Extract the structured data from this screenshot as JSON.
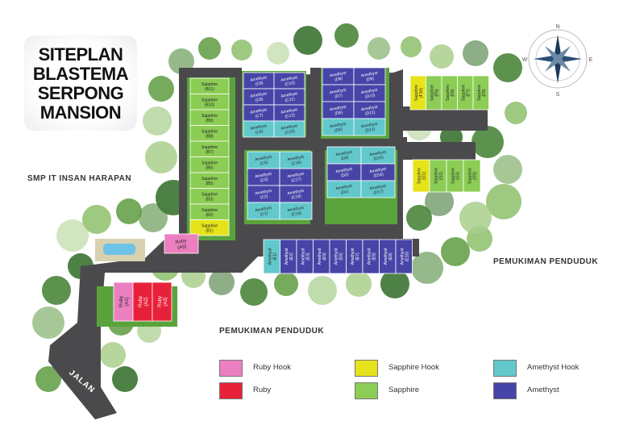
{
  "title": {
    "lines": [
      "SITEPLAN",
      "BLASTEMA",
      "SERPONG",
      "MANSION"
    ]
  },
  "labels": {
    "school": "SMP IT INSAN HARAPAN",
    "settlement_right": "PEMUKIMAN PENDUDUK",
    "settlement_bottom": "PEMUKIMAN PENDUDUK",
    "road": "JALAN"
  },
  "compass": {
    "n": "N",
    "e": "E",
    "s": "S",
    "w": "W"
  },
  "colors": {
    "ruby_hook": "#ec7fc0",
    "ruby": "#e8213a",
    "sapphire_hook": "#e6e31a",
    "sapphire": "#8ccd55",
    "amethyst_hook": "#62c8cc",
    "amethyst": "#4744a8",
    "road": "#4a4a4d",
    "grass": "#5aa33c"
  },
  "legend": [
    {
      "key": "ruby_hook",
      "label": "Ruby Hook"
    },
    {
      "key": "ruby",
      "label": "Ruby"
    },
    {
      "key": "sapphire_hook",
      "label": "Sapphire Hook"
    },
    {
      "key": "sapphire",
      "label": "Sapphire"
    },
    {
      "key": "amethyst_hook",
      "label": "Amethyst Hook"
    },
    {
      "key": "amethyst",
      "label": "Amethyst"
    }
  ],
  "lots": {
    "sapphire_b": [
      {
        "name": "Sapphire",
        "code": "(B11)",
        "type": "sapphire"
      },
      {
        "name": "Sapphire",
        "code": "(B10)",
        "type": "sapphire"
      },
      {
        "name": "Sapphire",
        "code": "(B9)",
        "type": "sapphire"
      },
      {
        "name": "Sapphire",
        "code": "(B8)",
        "type": "sapphire"
      },
      {
        "name": "Sapphire",
        "code": "(B7)",
        "type": "sapphire"
      },
      {
        "name": "Sapphire",
        "code": "(B6)",
        "type": "sapphire"
      },
      {
        "name": "Sapphire",
        "code": "(B5)",
        "type": "sapphire"
      },
      {
        "name": "Sapphire",
        "code": "(B3)",
        "type": "sapphire"
      },
      {
        "name": "Sapphire",
        "code": "(B2)",
        "type": "sapphire"
      },
      {
        "name": "Sapphire",
        "code": "(B1)",
        "type": "sapphire_hook"
      }
    ],
    "amethyst_c_top": [
      {
        "name": "Amethyst",
        "code": "(C9)",
        "type": "amethyst"
      },
      {
        "name": "Amethyst",
        "code": "(C10)",
        "type": "amethyst"
      },
      {
        "name": "Amethyst",
        "code": "(C8)",
        "type": "amethyst"
      },
      {
        "name": "Amethyst",
        "code": "(C11)",
        "type": "amethyst"
      },
      {
        "name": "Amethyst",
        "code": "(C7)",
        "type": "amethyst"
      },
      {
        "name": "Amethyst",
        "code": "(C12)",
        "type": "amethyst"
      },
      {
        "name": "Amethyst",
        "code": "(C6)",
        "type": "amethyst_hook"
      },
      {
        "name": "Amethyst",
        "code": "(C15)",
        "type": "amethyst_hook"
      }
    ],
    "amethyst_c_bottom": [
      {
        "name": "Amethyst",
        "code": "(C5)",
        "type": "amethyst_hook"
      },
      {
        "name": "Amethyst",
        "code": "(C16)",
        "type": "amethyst_hook"
      },
      {
        "name": "Amethyst",
        "code": "(C3)",
        "type": "amethyst"
      },
      {
        "name": "Amethyst",
        "code": "(C17)",
        "type": "amethyst"
      },
      {
        "name": "Amethyst",
        "code": "(C2)",
        "type": "amethyst"
      },
      {
        "name": "Amethyst",
        "code": "(C18)",
        "type": "amethyst"
      },
      {
        "name": "Amethyst",
        "code": "(C1)",
        "type": "amethyst_hook"
      },
      {
        "name": "Amethyst",
        "code": "(C19)",
        "type": "amethyst_hook"
      }
    ],
    "amethyst_d_top": [
      {
        "name": "Amethyst",
        "code": "(D8)",
        "type": "amethyst"
      },
      {
        "name": "Amethyst",
        "code": "(D9)",
        "type": "amethyst"
      },
      {
        "name": "Amethyst",
        "code": "(D7)",
        "type": "amethyst"
      },
      {
        "name": "Amethyst",
        "code": "(D10)",
        "type": "amethyst"
      },
      {
        "name": "Amethyst",
        "code": "(D6)",
        "type": "amethyst"
      },
      {
        "name": "Amethyst",
        "code": "(D11)",
        "type": "amethyst"
      },
      {
        "name": "Amethyst",
        "code": "(D5)",
        "type": "amethyst_hook"
      },
      {
        "name": "Amethyst",
        "code": "(D12)",
        "type": "amethyst_hook"
      }
    ],
    "amethyst_d_bottom": [
      {
        "name": "Amethyst",
        "code": "(D3)",
        "type": "amethyst_hook"
      },
      {
        "name": "Amethyst",
        "code": "(D15)",
        "type": "amethyst_hook"
      },
      {
        "name": "Amethyst",
        "code": "(D2)",
        "type": "amethyst"
      },
      {
        "name": "Amethyst",
        "code": "(D16)",
        "type": "amethyst"
      },
      {
        "name": "Amethyst",
        "code": "(D1)",
        "type": "amethyst_hook"
      },
      {
        "name": "Amethyst",
        "code": "(D17)",
        "type": "amethyst_hook"
      }
    ],
    "sapphire_f": [
      {
        "name": "Sapphire",
        "code": "(F10)",
        "type": "sapphire_hook"
      },
      {
        "name": "Sapphire",
        "code": "(F9)",
        "type": "sapphire"
      },
      {
        "name": "Sapphire",
        "code": "(F8)",
        "type": "sapphire"
      },
      {
        "name": "Sapphire",
        "code": "(F7)",
        "type": "sapphire"
      },
      {
        "name": "Sapphire",
        "code": "(F6)",
        "type": "sapphire"
      }
    ],
    "sapphire_g": [
      {
        "name": "Sapphire",
        "code": "(G1)",
        "type": "sapphire_hook"
      },
      {
        "name": "Sapphire",
        "code": "(G2)",
        "type": "sapphire"
      },
      {
        "name": "Sapphire",
        "code": "(G3)",
        "type": "sapphire"
      },
      {
        "name": "Sapphire",
        "code": "(G5)",
        "type": "sapphire"
      }
    ],
    "amethyst_e": [
      {
        "name": "Amethyst",
        "code": "(E1)",
        "type": "amethyst_hook"
      },
      {
        "name": "Amethyst",
        "code": "(E2)",
        "type": "amethyst"
      },
      {
        "name": "Amethyst",
        "code": "(E3)",
        "type": "amethyst"
      },
      {
        "name": "Amethyst",
        "code": "(E5)",
        "type": "amethyst"
      },
      {
        "name": "Amethyst",
        "code": "(E6)",
        "type": "amethyst"
      },
      {
        "name": "Amethyst",
        "code": "(E7)",
        "type": "amethyst"
      },
      {
        "name": "Amethyst",
        "code": "(E8)",
        "type": "amethyst"
      },
      {
        "name": "Amethyst",
        "code": "(E9)",
        "type": "amethyst"
      },
      {
        "name": "Amethyst",
        "code": "(E10)",
        "type": "amethyst"
      }
    ],
    "ruby_a": [
      {
        "name": "Ruby",
        "code": "(A1)",
        "type": "ruby_hook"
      },
      {
        "name": "Ruby",
        "code": "(A2)",
        "type": "ruby"
      },
      {
        "name": "Ruby",
        "code": "(A3)",
        "type": "ruby"
      }
    ],
    "ruby_a5": {
      "name": "Ruby",
      "code": "(A5)",
      "type": "ruby_hook"
    }
  }
}
